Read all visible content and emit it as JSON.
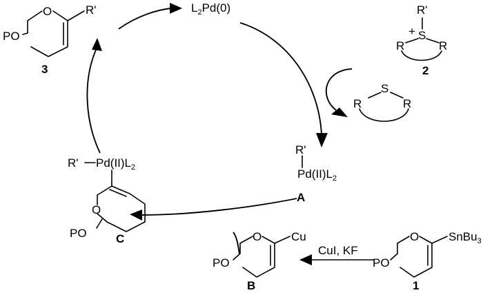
{
  "catalyst": {
    "text": "L",
    "sub": "2",
    "tail": "Pd(0)"
  },
  "sulfonium_2": {
    "substituent": "R'",
    "charge": "+",
    "heteroatom": "S",
    "r_left": "R",
    "r_right": "R",
    "number": "2"
  },
  "sulfide_byproduct": {
    "r_left": "R",
    "heteroatom": "S",
    "r_right": "R"
  },
  "intermediate_A": {
    "substituent": "R'",
    "metal": "Pd(II)L",
    "metal_sub": "2",
    "label": "A"
  },
  "intermediate_C": {
    "substituent": "R'",
    "metal": "Pd(II)L",
    "metal_sub": "2",
    "ring_o": "O",
    "po": "PO",
    "label": "C"
  },
  "cuprate_B": {
    "po": "PO",
    "ring_o": "O",
    "metal": "Cu",
    "label": "B"
  },
  "stannane_1": {
    "po": "PO",
    "ring_o": "O",
    "tin": "SnBu",
    "tin_sub": "3",
    "number": "1"
  },
  "product_3": {
    "po": "PO",
    "ring_o": "O",
    "substituent": "R'",
    "number": "3"
  },
  "reagents": {
    "text": "CuI, KF"
  }
}
